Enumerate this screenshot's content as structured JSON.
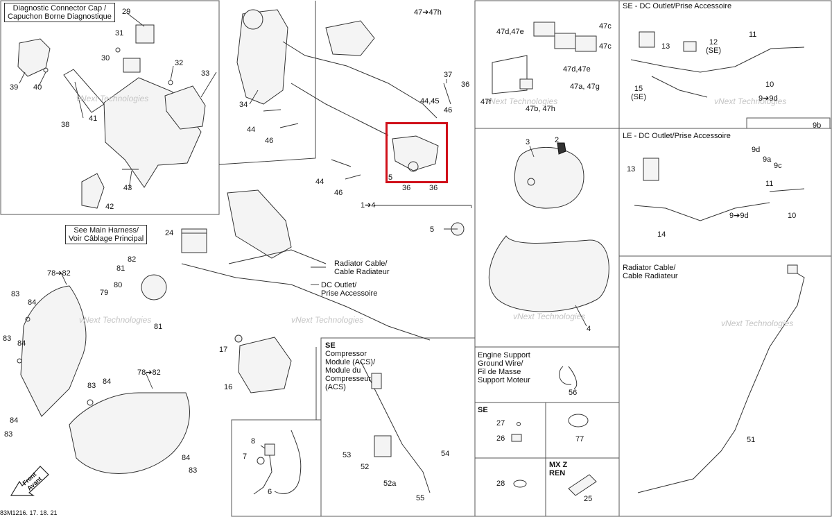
{
  "panel_labels": {
    "diag_cap_en": "Diagnostic Connector Cap /",
    "diag_cap_fr": "Capuchon Borne Diagnostique",
    "se_dc_outlet": "SE  -  DC Outlet/Prise Accessoire",
    "le_dc_outlet": "LE  -  DC Outlet/Prise Accessoire",
    "radiator_cable_en": "Radiator Cable/",
    "radiator_cable_fr": "Cable Radiateur",
    "main_harness_en": "See Main Harness/",
    "main_harness_fr": "Voir Câblage Principal",
    "callout_radiator_en": "Radiator Cable/",
    "callout_radiator_fr": "Cable Radiateur",
    "callout_dc_en": "DC Outlet/",
    "callout_dc_fr": "Prise Accessoire",
    "se_tag": "SE",
    "compressor_1": "Compressor",
    "compressor_2": "Module (ACS)/",
    "compressor_3": "Module du",
    "compressor_4": "Compresseur",
    "compressor_5": "(ACS)",
    "engine_1": "Engine Support",
    "engine_2": "Ground Wire/",
    "engine_3": "Fil de Masse",
    "engine_4": "Support Moteur",
    "se_small": "SE",
    "mxz_1": "MX Z",
    "mxz_2": "REN",
    "front_1": "Front",
    "front_2": "Avant",
    "footer_code": "83M1216. 17. 18. 21"
  },
  "callouts": {
    "c1": "1➔4",
    "c2": "2",
    "c3": "3",
    "c4": "4",
    "c5a": "5",
    "c5b": "5",
    "c6": "6",
    "c7": "7",
    "c8": "8",
    "c9a": "9➔9d",
    "c9b": "9➔9d",
    "c9c": "9b",
    "c9d": "9d",
    "c9e": "9a",
    "c9f": "9c",
    "c10a": "10",
    "c10b": "10",
    "c11a": "11",
    "c11b": "11",
    "c12": "12",
    "c12se": "(SE)",
    "c13a": "13",
    "c13b": "13",
    "c14": "14",
    "c15": "15",
    "c15se": "(SE)",
    "c16": "16",
    "c17": "17",
    "c24": "24",
    "c25": "25",
    "c26": "26",
    "c27": "27",
    "c28": "28",
    "c29": "29",
    "c30": "30",
    "c31": "31",
    "c32": "32",
    "c33": "33",
    "c34": "34",
    "c36a": "36",
    "c36b": "36",
    "c36c": "36",
    "c37": "37",
    "c38": "38",
    "c39": "39",
    "c40": "40",
    "c41": "41",
    "c42": "42",
    "c43": "43",
    "c44a": "44",
    "c44b": "44",
    "c4445": "44,45",
    "c46a": "46",
    "c46b": "46",
    "c46c": "46",
    "c47h": "47➔47h",
    "c47de1": "47d,47e",
    "c47c1": "47c",
    "c47c2": "47c",
    "c47de2": "47d,47e",
    "c47ag": "47a, 47g",
    "c47f": "47f",
    "c47bh": "47b, 47h",
    "c51": "51",
    "c52": "52",
    "c52a": "52a",
    "c53": "53",
    "c54": "54",
    "c55": "55",
    "c56": "56",
    "c77": "77",
    "c78a": "78➔82",
    "c78b": "78➔82",
    "c79": "79",
    "c80": "80",
    "c81a": "81",
    "c81b": "81",
    "c82": "82",
    "c83a": "83",
    "c83b": "83",
    "c83c": "83",
    "c83d": "83",
    "c83e": "83",
    "c84a": "84",
    "c84b": "84",
    "c84c": "84",
    "c84d": "84"
  },
  "watermark": "vNext Technologies",
  "highlight_color": "#d0101a"
}
